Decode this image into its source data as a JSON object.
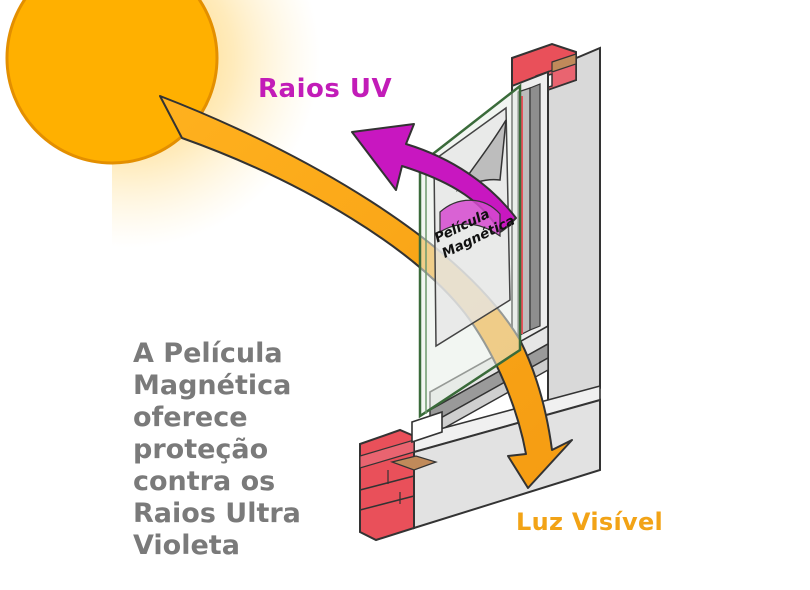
{
  "labels": {
    "uv_rays": "Raios UV",
    "visible_light": "Luz Visível",
    "film_line1": "Película",
    "film_line2": "Magnética"
  },
  "description_lines": [
    "A Película",
    "Magnética",
    "oferece",
    "proteção",
    "contra os",
    "Raios Ultra",
    "Violeta"
  ],
  "colors": {
    "sun": "#FFB000",
    "beam": "#F7A21B",
    "uv_arrow": "#C817C0",
    "uv_text": "#C21CB8",
    "luz_text": "#F2A316",
    "description_text": "#7A7A7A",
    "brick": "#E9505A",
    "frame": "#E2E2E2"
  },
  "icons": [
    "sun-icon",
    "uv-arrow-icon",
    "light-beam-icon",
    "window-frame-icon",
    "magnetic-film-icon"
  ]
}
